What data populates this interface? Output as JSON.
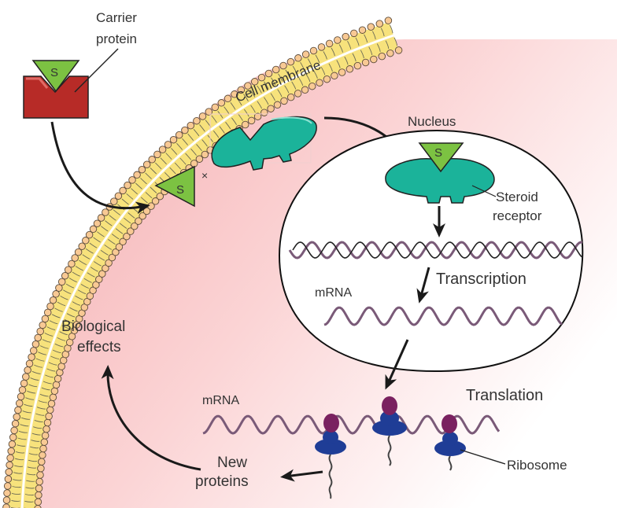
{
  "title": "Steroid hormone mechanism of action",
  "labels": {
    "carrier_protein_line1": "Carrier",
    "carrier_protein_line2": "protein",
    "cell_membrane": "Cell membrane",
    "nucleus": "Nucleus",
    "steroid_receptor_line1": "Steroid",
    "steroid_receptor_line2": "receptor",
    "transcription": "Transcription",
    "mrna_nucleus": "mRNA",
    "mrna_cytoplasm": "mRNA",
    "translation": "Translation",
    "ribosome": "Ribosome",
    "new_proteins_line1": "New",
    "new_proteins_line2": "proteins",
    "biological_effects_line1": "Biological",
    "biological_effects_line2": "effects",
    "steroid_symbol": "S",
    "cross_mark": "×"
  },
  "colors": {
    "cytoplasm": "#f6b3b5",
    "cytoplasm_light": "#fde9ea",
    "membrane_head": "#f8c994",
    "membrane_tail": "#f7e27c",
    "carrier": "#b72b27",
    "steroid": "#7cc242",
    "receptor": "#1bb39a",
    "mrna": "#7a5a78",
    "dna": "#222222",
    "ribosome_small": "#7a2160",
    "ribosome_large": "#1f3d96",
    "arrow": "#1a1a1a"
  }
}
